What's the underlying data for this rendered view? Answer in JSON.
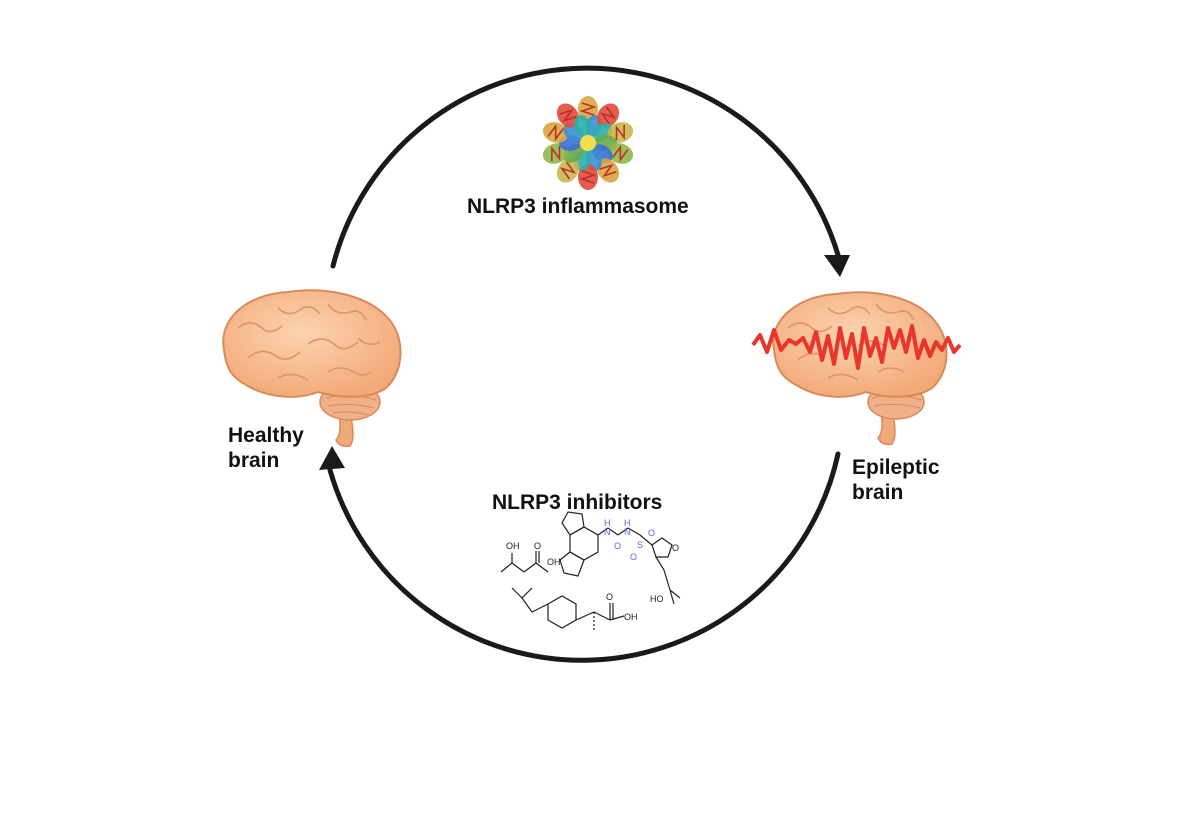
{
  "labels": {
    "top": "NLRP3 inflammasome",
    "bottom": "NLRP3 inhibitors",
    "left_line1": "Healthy",
    "left_line2": "brain",
    "right_line1": "Epileptic",
    "right_line2": "brain"
  },
  "molecule_atoms": {
    "m1_oh": "OH",
    "m1_o": "O",
    "m1_oh2": "OH",
    "m2_nh1": "H",
    "m2_n1": "N",
    "m2_o": "O",
    "m2_nh2": "H",
    "m2_n2": "N",
    "m2_s": "S",
    "m2_so1": "O",
    "m2_so2": "O",
    "m2_ring_o": "O",
    "m2_ho": "HO",
    "m3_o": "O",
    "m3_oh": "OH"
  },
  "colors": {
    "arrow": "#1a1a1a",
    "brain_fill": "#f6b98a",
    "brain_stroke": "#d98a5a",
    "brain_gyri": "#e0946a",
    "eeg_wave": "#e8362a",
    "heteroatom": "#5566dd"
  }
}
